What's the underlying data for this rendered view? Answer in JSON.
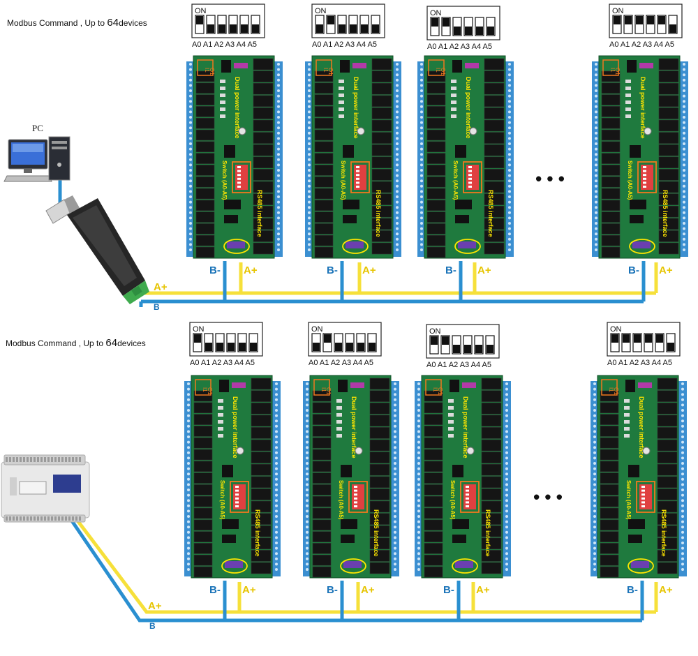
{
  "captions": {
    "top": {
      "prefix": "Modbus Command , Up to ",
      "number": "64",
      "suffix": "devices"
    },
    "bottom": {
      "prefix": "Modbus Command , Up to ",
      "number": "64",
      "suffix": "devices"
    }
  },
  "pc_label": "PC",
  "dip": {
    "on_label": "ON",
    "address_labels": "A0 A1 A2 A3 A4 A5"
  },
  "board": {
    "i1": "I1",
    "o1": "O1",
    "dual_power_interface": "Dual power interface",
    "switch_label": "Switch (A0-A5)",
    "rs485_interface": "RS485 interface"
  },
  "bus": {
    "a_plus": "A+",
    "b_minus": "B-",
    "b_trunk": "B"
  },
  "ellipsis": "• • •",
  "rows": [
    {
      "name": "top",
      "devices": [
        {
          "switches": [
            1,
            0,
            0,
            0,
            0,
            0
          ]
        },
        {
          "switches": [
            0,
            1,
            0,
            0,
            0,
            0
          ]
        },
        {
          "switches": [
            1,
            1,
            0,
            0,
            0,
            0
          ]
        },
        {
          "switches": [
            1,
            1,
            1,
            1,
            1,
            0
          ]
        }
      ]
    },
    {
      "name": "bottom",
      "devices": [
        {
          "switches": [
            1,
            0,
            0,
            0,
            0,
            0
          ]
        },
        {
          "switches": [
            0,
            1,
            0,
            0,
            0,
            0
          ]
        },
        {
          "switches": [
            1,
            1,
            0,
            0,
            0,
            0
          ]
        },
        {
          "switches": [
            1,
            1,
            1,
            1,
            1,
            0
          ]
        }
      ]
    }
  ],
  "colors": {
    "wire_a": "#f6e03a",
    "wire_b": "#2a8fd0",
    "pcb": "#1f7a3e",
    "terminal": "#3b8fd1",
    "relay": "#151515",
    "label_yellow": "#ffe600",
    "label_orange": "#f0781e",
    "switch_red": "#e04040"
  }
}
